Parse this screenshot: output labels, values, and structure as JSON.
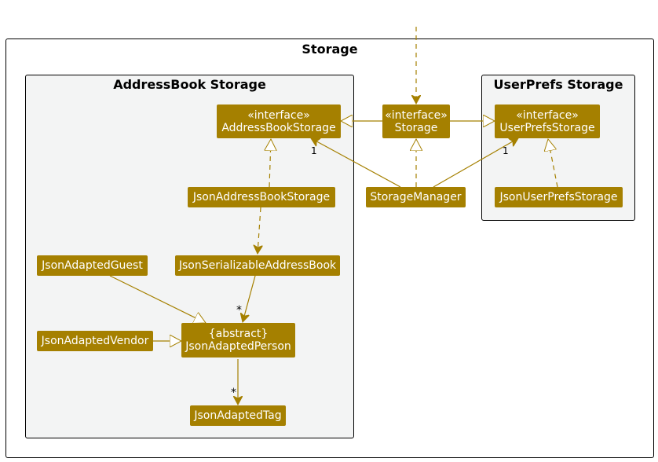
{
  "packages": {
    "storage": "Storage",
    "addressbook": "AddressBook Storage",
    "userprefs": "UserPrefs Storage"
  },
  "nodes": {
    "addressbook_storage": {
      "stereotype": "«interface»",
      "name": "AddressBookStorage"
    },
    "storage": {
      "stereotype": "«interface»",
      "name": "Storage"
    },
    "userprefs_storage": {
      "stereotype": "«interface»",
      "name": "UserPrefsStorage"
    },
    "json_addressbook_storage": {
      "name": "JsonAddressBookStorage"
    },
    "storage_manager": {
      "name": "StorageManager"
    },
    "json_userprefs_storage": {
      "name": "JsonUserPrefsStorage"
    },
    "json_adapted_guest": {
      "name": "JsonAdaptedGuest"
    },
    "json_serializable_addressbook": {
      "name": "JsonSerializableAddressBook"
    },
    "json_adapted_vendor": {
      "name": "JsonAdaptedVendor"
    },
    "json_adapted_person": {
      "stereotype": "{abstract}",
      "name": "JsonAdaptedPerson"
    },
    "json_adapted_tag": {
      "name": "JsonAdaptedTag"
    }
  },
  "multiplicities": {
    "sm_to_abs": "1",
    "sm_to_ups": "1",
    "jsab_to_person": "*",
    "person_to_tag": "*"
  },
  "colors": {
    "node_fill": "#a58000",
    "edge": "#a58000",
    "package_fill": "#f3f4f4"
  }
}
